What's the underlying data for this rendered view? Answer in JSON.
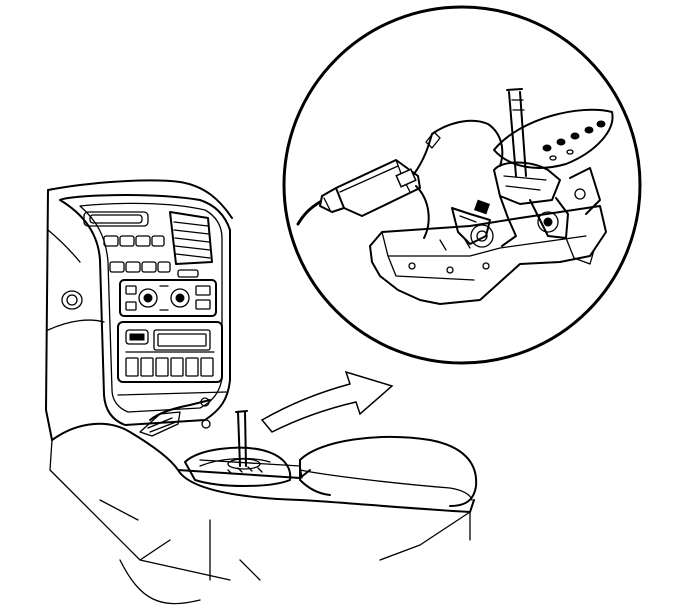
{
  "diagram": {
    "background": "#ffffff",
    "line_color": "#000000",
    "parts": {
      "dashboard": "dashboard-console-illustration",
      "shifter": "gear-shift-lever",
      "detail": "shift-mechanism-detail-inset",
      "arrow": "callout-arrow"
    }
  }
}
